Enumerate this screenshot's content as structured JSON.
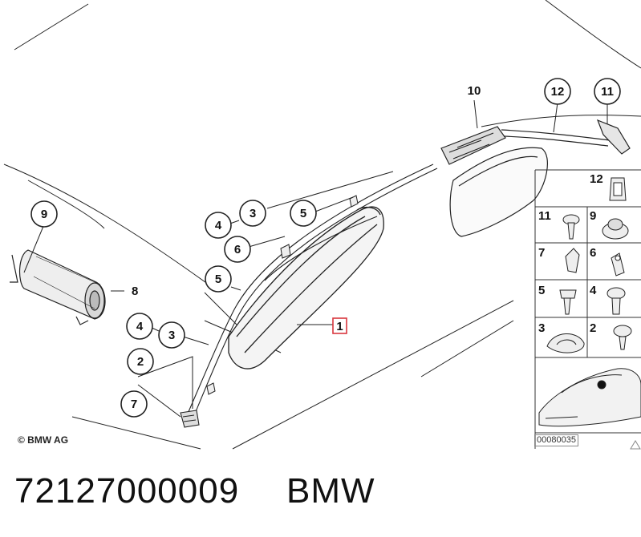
{
  "copyright": "© BMW AG",
  "part_number": "72127000009",
  "brand": "BMW",
  "drawing_id": "00080035",
  "highlighted_callout": "1",
  "callouts": {
    "c9": "9",
    "c8": "8",
    "c4a": "4",
    "c3a": "3",
    "c5a": "5",
    "c6": "6",
    "c5b": "5",
    "c4b": "4",
    "c3b": "3",
    "c2": "2",
    "c7": "7",
    "c10": "10",
    "c12": "12",
    "c11": "11"
  },
  "legend": {
    "l12": "12",
    "l11": "11",
    "l9": "9",
    "l7": "7",
    "l6": "6",
    "l5": "5",
    "l4": "4",
    "l3": "3",
    "l2": "2"
  },
  "colors": {
    "highlight": "#d9363e",
    "line": "#222222"
  }
}
